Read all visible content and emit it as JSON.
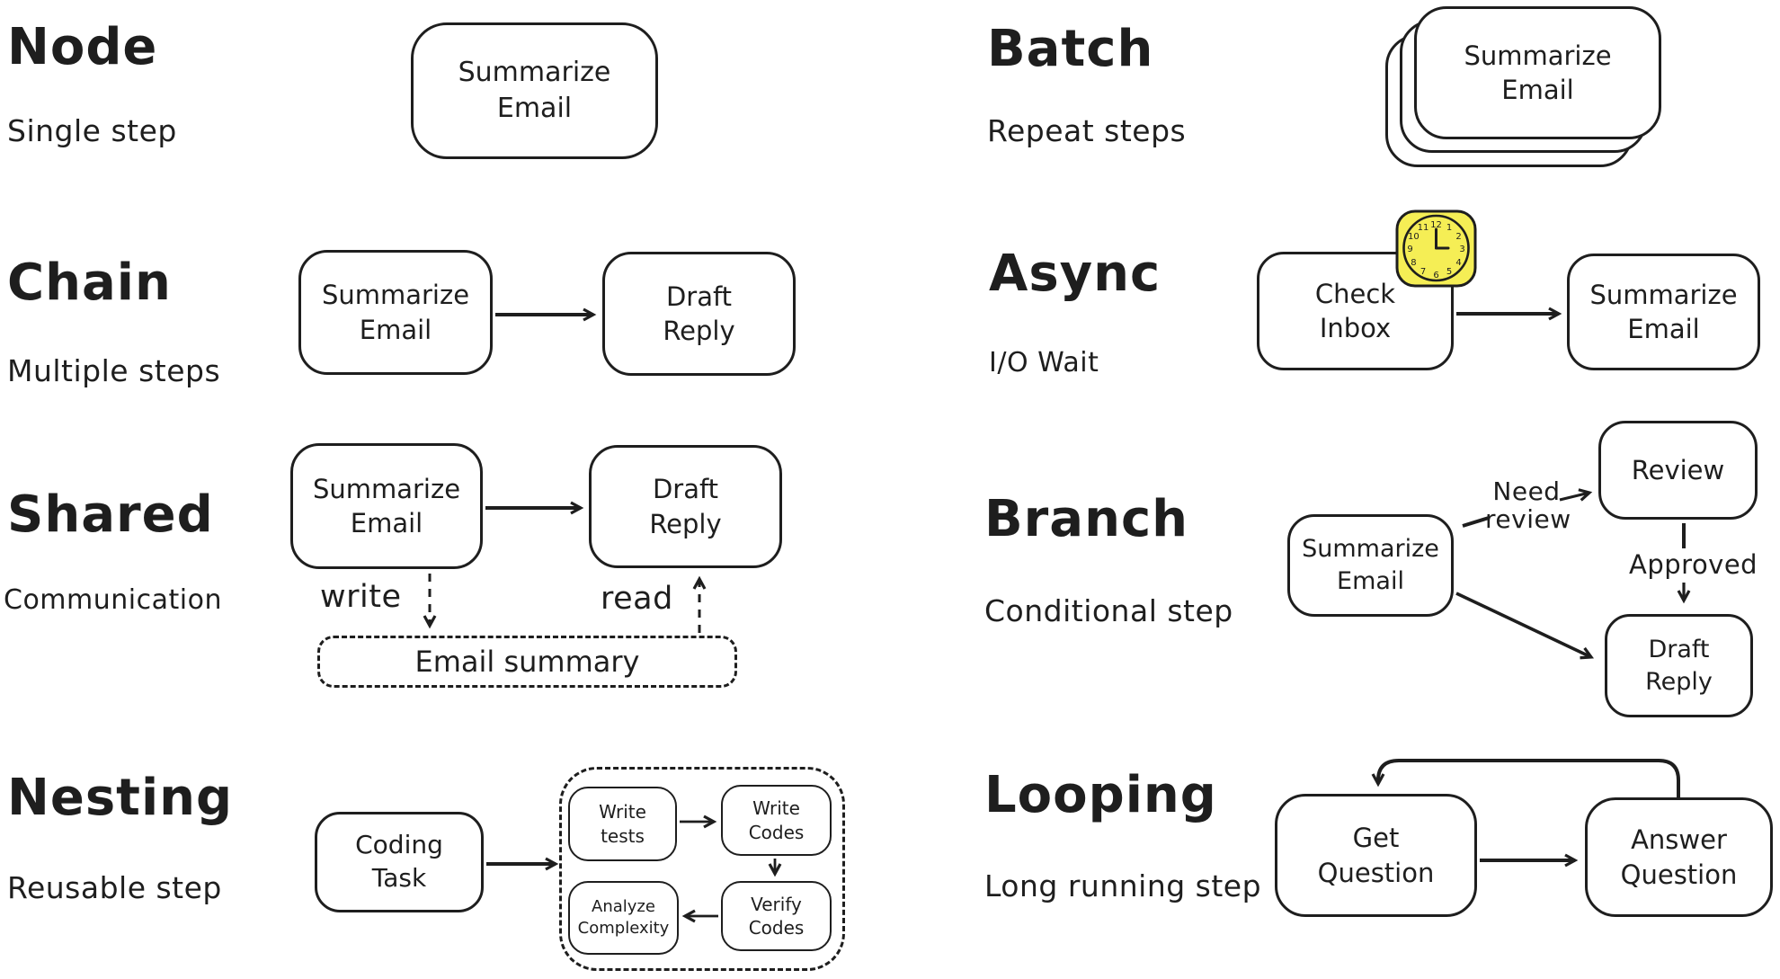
{
  "colors": {
    "ink": "#1e1e1e",
    "background": "#ffffff",
    "sticker_yellow": "#f5ee55"
  },
  "sections": {
    "node": {
      "title": "Node",
      "subtitle": "Single step",
      "boxes": {
        "summarize_email": "Summarize\nEmail"
      }
    },
    "chain": {
      "title": "Chain",
      "subtitle": "Multiple steps",
      "boxes": {
        "summarize_email": "Summarize\nEmail",
        "draft_reply": "Draft\nReply"
      }
    },
    "shared": {
      "title": "Shared",
      "subtitle": "Communication",
      "boxes": {
        "summarize_email": "Summarize\nEmail",
        "draft_reply": "Draft\nReply",
        "email_summary": "Email summary"
      },
      "labels": {
        "write": "write",
        "read": "read"
      }
    },
    "nesting": {
      "title": "Nesting",
      "subtitle": "Reusable step",
      "boxes": {
        "coding_task": "Coding\nTask",
        "write_tests": "Write\ntests",
        "write_codes": "Write\nCodes",
        "analyze_complexity": "Analyze\nComplexity",
        "verify_codes": "Verify\nCodes"
      }
    },
    "batch": {
      "title": "Batch",
      "subtitle": "Repeat steps",
      "boxes": {
        "summarize_email": "Summarize\nEmail"
      }
    },
    "async": {
      "title": "Async",
      "subtitle": "I/O Wait",
      "boxes": {
        "check_inbox": "Check\nInbox",
        "summarize_email": "Summarize\nEmail"
      },
      "clock_numbers": [
        "12",
        "1",
        "2",
        "3",
        "4",
        "5",
        "6",
        "7",
        "8",
        "9",
        "10",
        "11"
      ]
    },
    "branch": {
      "title": "Branch",
      "subtitle": "Conditional step",
      "boxes": {
        "summarize_email": "Summarize\nEmail",
        "review": "Review",
        "draft_reply": "Draft\nReply"
      },
      "labels": {
        "need_review": "Need\nreview",
        "approved": "Approved"
      }
    },
    "looping": {
      "title": "Looping",
      "subtitle": "Long running step",
      "boxes": {
        "get_question": "Get\nQuestion",
        "answer_question": "Answer\nQuestion"
      }
    }
  }
}
